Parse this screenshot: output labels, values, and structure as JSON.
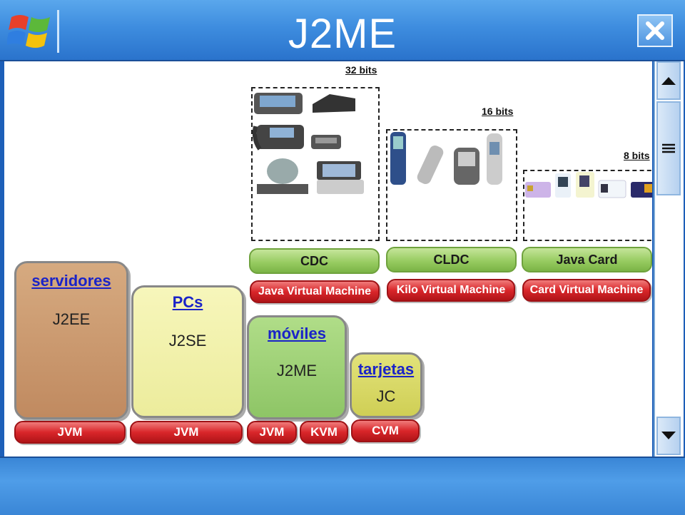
{
  "window": {
    "title": "J2ME",
    "colors": {
      "titlebar": "#3e8ddf",
      "frame": "#1d5fb8"
    }
  },
  "icons": {
    "logo": "windows-logo-icon",
    "close": "close-icon",
    "scroll_up": "arrow-up-icon",
    "scroll_thumb": "grip-icon",
    "scroll_down": "arrow-down-icon"
  },
  "config_bits": {
    "cdc": "32 bits",
    "cldc": "16 bits",
    "card": "8 bits"
  },
  "configurations": [
    {
      "name": "CDC",
      "vm": "Java Virtual Machine"
    },
    {
      "name": "CLDC",
      "vm": "Kilo Virtual Machine"
    },
    {
      "name": "Java Card",
      "vm": "Card Virtual Machine"
    }
  ],
  "platforms": [
    {
      "target": "servidores",
      "edition": "J2EE",
      "vms": [
        "JVM"
      ]
    },
    {
      "target": "PCs",
      "edition": "J2SE",
      "vms": [
        "JVM"
      ]
    },
    {
      "target": "móviles",
      "edition": "J2ME",
      "vms": [
        "JVM",
        "KVM"
      ]
    },
    {
      "target": "tarjetas",
      "edition": "JC",
      "vms": [
        "CVM"
      ]
    }
  ]
}
